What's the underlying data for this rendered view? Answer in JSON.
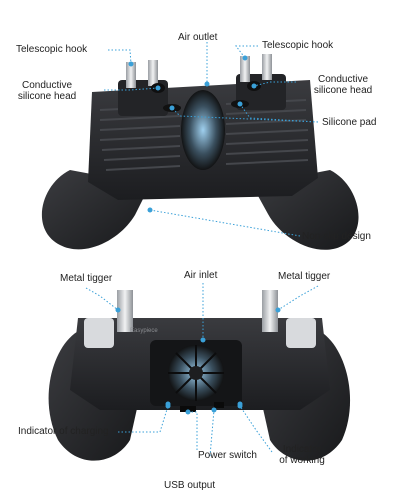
{
  "colors": {
    "leader": "#3aa0d8",
    "body": "#2a2b2e",
    "body_dark": "#1b1c1e",
    "metal": "#c9ccd0",
    "fan_glow": "#e8f1f7"
  },
  "top_view": {
    "labels": {
      "telescopic_hook_left": "Telescopic hook",
      "air_outlet": "Air outlet",
      "telescopic_hook_right": "Telescopic hook",
      "conductive_left_1": "Conductive",
      "conductive_left_2": "silicone head",
      "conductive_right_1": "Conductive",
      "conductive_right_2": "silicone head",
      "silicone_pad": "Silicone pad",
      "non_slip": "Non-slip design"
    }
  },
  "bottom_view": {
    "labels": {
      "metal_trigger_left": "Metal tigger",
      "air_inlet": "Air inlet",
      "metal_trigger_right": "Metal tigger",
      "indicator_charging": "Indicator of charging",
      "power_switch": "Power switch",
      "indicator_working_1": "Indicator",
      "indicator_working_2": "of working",
      "usb_output": "USB output"
    },
    "device_print": "Easypiece"
  }
}
